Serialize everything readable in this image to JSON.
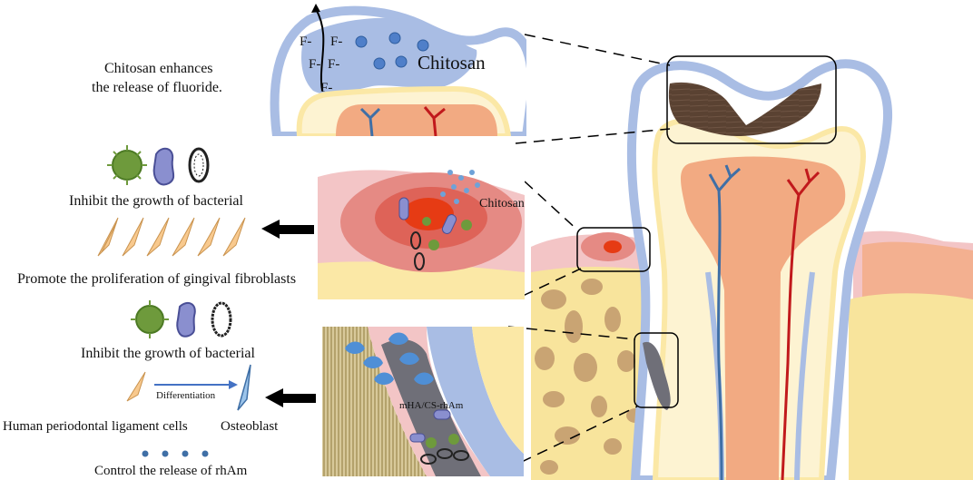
{
  "fluoride_panel": {
    "caption_line1": "Chitosan enhances",
    "caption_line2": "the release of fluoride.",
    "ion_labels": [
      "F-",
      "F-",
      "F-",
      "F-",
      "F-"
    ],
    "chitosan_label": "Chitosan"
  },
  "gingival_panel": {
    "inhibit_label": "Inhibit the growth of bacterial",
    "promote_label": "Promote the proliferation of gingival fibroblasts",
    "chitosan_label": "Chitosan"
  },
  "periodontal_panel": {
    "inhibit_label": "Inhibit the growth of bacterial",
    "differentiation_label": "Differentiation",
    "cells_label": "Human periodontal ligament cells",
    "osteoblast_label": "Osteoblast",
    "release_label": "Control the release of rhAm",
    "material_label": "mHA/CS-rhAm"
  },
  "colors": {
    "enamel_blue": "#a9bde4",
    "dentin_yellow": "#fbe8a6",
    "pulp_orange": "#f2aa82",
    "gum_pink": "#f3c5c6",
    "bone_yellow": "#f8e49c",
    "bone_spot": "#c9a473",
    "nerve_blue": "#3f6fa6",
    "vessel_red": "#c1191c",
    "caries_brown": "#5a4232",
    "bacteria_green": "#6e9a3c",
    "bacteria_purple": "#8a8fcf",
    "arrow_black": "#000000"
  },
  "icons": [
    "coccus-bacteria-icon",
    "rod-bacteria-icon",
    "spiral-bacteria-icon",
    "fibroblast-icon",
    "osteoblast-icon",
    "left-arrow-icon"
  ]
}
